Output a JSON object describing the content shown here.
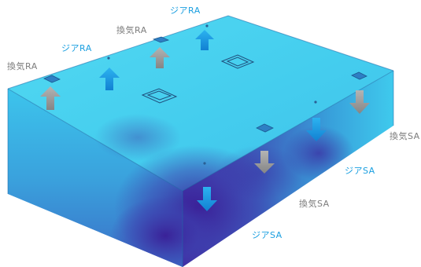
{
  "colors": {
    "label_blue": "#1a9fe0",
    "label_gray": "#7d7d7d",
    "arrow_blue": "#1996e6",
    "arrow_gray": "#9a9a9a",
    "room_light": "#3fd2ef",
    "room_mid": "#36a6de",
    "room_deep": "#3a1e96"
  },
  "labels": {
    "jia_ra_top": "ジアRA",
    "kanki_ra_top": "換気RA",
    "jia_ra_mid": "ジアRA",
    "kanki_ra_left": "換気RA",
    "kanki_sa_right": "換気SA",
    "jia_sa_right": "ジアSA",
    "kanki_sa_bottom": "換気SA",
    "jia_sa_bottom": "ジアSA"
  },
  "arrows": [
    {
      "name": "jia-ra-arrow-top",
      "kind": "return",
      "type": "jia"
    },
    {
      "name": "kanki-ra-arrow-top",
      "kind": "return",
      "type": "kanki"
    },
    {
      "name": "jia-ra-arrow-left",
      "kind": "return",
      "type": "jia"
    },
    {
      "name": "kanki-ra-arrow-left",
      "kind": "return",
      "type": "kanki"
    },
    {
      "name": "kanki-sa-arrow-right",
      "kind": "supply",
      "type": "kanki"
    },
    {
      "name": "jia-sa-arrow-right",
      "kind": "supply",
      "type": "jia"
    },
    {
      "name": "kanki-sa-arrow-mid",
      "kind": "supply",
      "type": "kanki"
    },
    {
      "name": "jia-sa-arrow-front",
      "kind": "supply",
      "type": "jia"
    }
  ]
}
